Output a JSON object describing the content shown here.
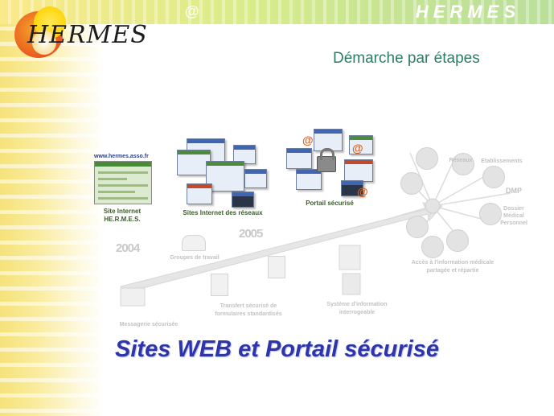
{
  "header": {
    "brand": "HERMES",
    "logo_text": "HERMES"
  },
  "subtitle": "Démarche par étapes",
  "stages": {
    "site": {
      "url": "www.hermes.asso.fr",
      "caption_line1": "Site Internet",
      "caption_line2": "HE.R.M.E.S."
    },
    "reseaux": {
      "caption": "Sites Internet des réseaux"
    },
    "portail": {
      "caption": "Portail sécurisé"
    }
  },
  "timeline": {
    "year_2004": "2004",
    "year_2005": "2005",
    "groupes": "Groupes de travail",
    "messagerie": "Messagerie sécurisée",
    "transfert_line1": "Transfert sécurisé de",
    "transfert_line2": "formulaires standardisés",
    "systeme_line1": "Système d'information",
    "systeme_line2": "interrogeable",
    "acces_line1": "Accès à l'information médicale",
    "acces_line2": "partagée et répartie",
    "reseaux": "Réseaux",
    "etablissements": "Etablissements",
    "dmp": "DMP",
    "dossier_line1": "Dossier",
    "dossier_line2": "Médical",
    "dossier_line3": "Personnel"
  },
  "main_title": "Sites WEB et Portail sécurisé",
  "colors": {
    "title": "#2d35a8",
    "subtitle": "#2e7d63",
    "band": "#f6e27a"
  }
}
